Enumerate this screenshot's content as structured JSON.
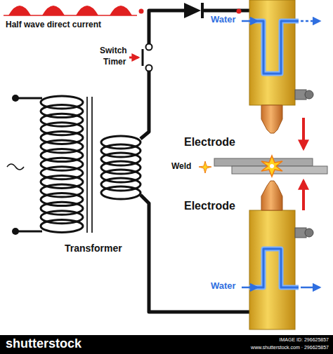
{
  "diagram": {
    "labels": [
      "Half wave direct current",
      "Switch",
      "Timer",
      "Water",
      "Water",
      "Electrode",
      "Electrode",
      "Weld",
      "Transformer",
      "shutterstock",
      "IMAGE ID: 296625857",
      "www.shutterstock.com · 296625857"
    ]
  }
}
